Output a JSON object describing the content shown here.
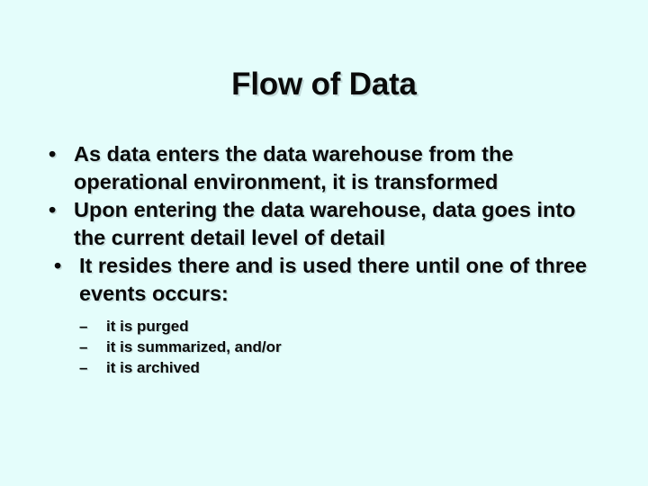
{
  "slide": {
    "title": "Flow of Data",
    "background_color": "#E4FDFB",
    "text_color": "#0A0A0A",
    "shadow_color": "#96AAAC",
    "bullets": [
      {
        "marker": "•",
        "text": "As data enters the data warehouse from the operational environment, it is transformed"
      },
      {
        "marker": "•",
        "text": "Upon entering the data warehouse, data goes into the current detail level of detail"
      },
      {
        "marker": "•",
        "text": "It resides there and is used there until one of three events occurs:"
      }
    ],
    "sub_bullets": [
      {
        "marker": "–",
        "text": "it is purged"
      },
      {
        "marker": "–",
        "text": "it is summarized, and/or"
      },
      {
        "marker": "–",
        "text": "it is archived"
      }
    ]
  }
}
